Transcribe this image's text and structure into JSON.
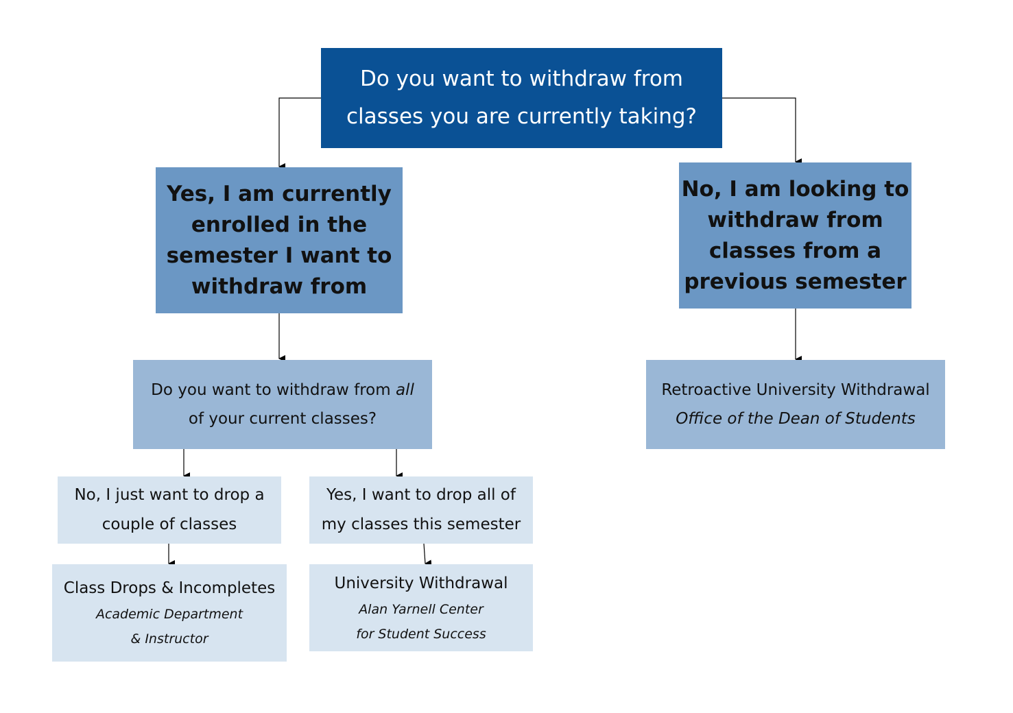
{
  "question_root": {
    "line1": "Do you want to withdraw from",
    "line2": "classes you are currently taking?"
  },
  "yes_current": {
    "line1": "Yes, I am currently",
    "line2": "enrolled in the",
    "line3": "semester I want to",
    "line4": "withdraw from"
  },
  "no_previous": {
    "line1": "No, I am looking to",
    "line2": "withdraw from",
    "line3": "classes from a",
    "line4": "previous semester"
  },
  "question_all": {
    "line1_prefix": "Do you want to withdraw from ",
    "line1_emphasis": "all",
    "line2": "of your current classes?"
  },
  "no_couple": {
    "line1": "No, I just want to drop a",
    "line2": "couple of classes"
  },
  "yes_all": {
    "line1": "Yes, I want to drop all of",
    "line2": "my classes this semester"
  },
  "retroactive": {
    "title": "Retroactive University Withdrawal",
    "office": "Office of the Dean of Students"
  },
  "class_drops": {
    "title": "Class Drops & Incompletes",
    "contact_line1": "Academic Department",
    "contact_line2": "& Instructor"
  },
  "university_withdrawal": {
    "title": "University Withdrawal",
    "office_line1": "Alan Yarnell Center",
    "office_line2": "for Student Success"
  },
  "colors": {
    "dark_blue": "#0a5195",
    "medium_blue": "#6b97c4",
    "light_blue": "#9ab7d6",
    "pale_blue": "#d7e4f0"
  }
}
